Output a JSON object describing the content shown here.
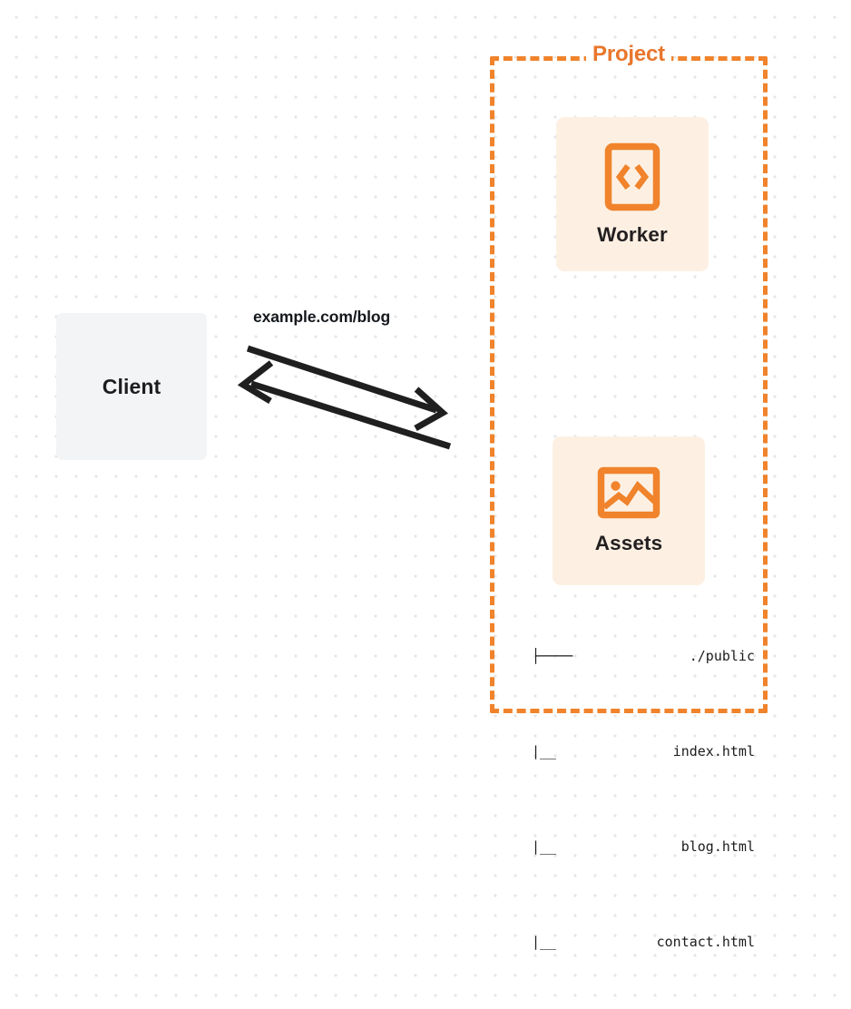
{
  "diagram": {
    "title": "Client request to Project with Worker and Assets",
    "background": {
      "color": "#ffffff",
      "dot_color": "#e6e6e6",
      "pattern": "dot-grid"
    },
    "colors": {
      "orange": "#f0832b",
      "orange_text": "#e8762c",
      "card_fill": "#fdf0e3",
      "client_fill": "#f3f4f6",
      "text_dark": "#231f20",
      "arrow": "#1f1f1f"
    }
  },
  "client": {
    "label": "Client"
  },
  "connection": {
    "label": "example.com/blog",
    "request_arrow": "arrow-right-icon",
    "response_arrow": "arrow-left-icon"
  },
  "project": {
    "label": "Project",
    "cards": [
      {
        "id": "worker",
        "label": "Worker",
        "icon": "code-brackets-icon"
      },
      {
        "id": "assets",
        "label": "Assets",
        "icon": "image-icon"
      }
    ],
    "file_tree": {
      "rows": [
        {
          "branch": "├────",
          "name": "./public"
        },
        {
          "branch": "|__",
          "name": "index.html"
        },
        {
          "branch": "|__",
          "name": "blog.html"
        },
        {
          "branch": "|__",
          "name": "contact.html"
        }
      ]
    }
  }
}
